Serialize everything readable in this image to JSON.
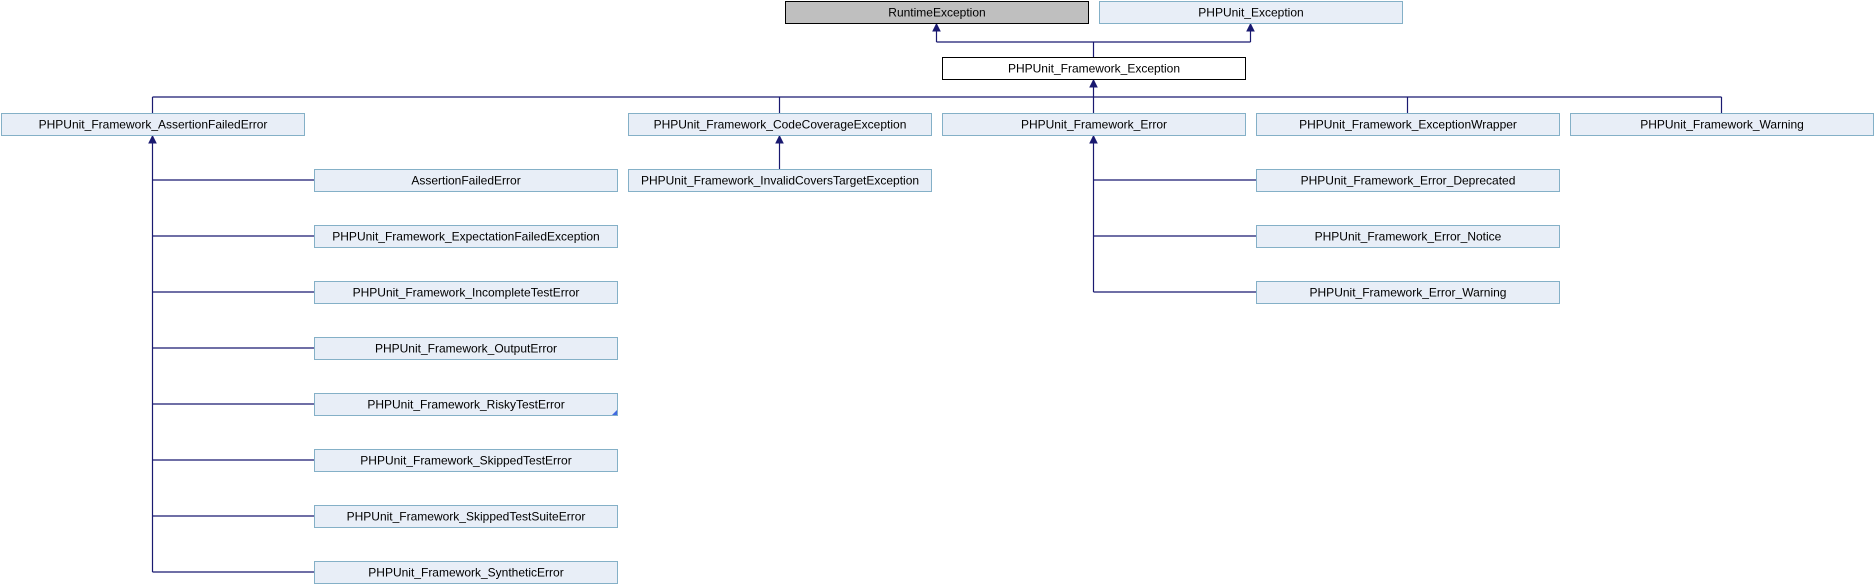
{
  "diagram": {
    "nodes": [
      {
        "id": "runtime",
        "label": "RuntimeException",
        "kind": "external"
      },
      {
        "id": "phpunit_exc",
        "label": "PHPUnit_Exception",
        "kind": "normal"
      },
      {
        "id": "fw_exc",
        "label": "PHPUnit_Framework_Exception",
        "kind": "current"
      },
      {
        "id": "assert_failed",
        "label": "PHPUnit_Framework_AssertionFailedError",
        "kind": "normal"
      },
      {
        "id": "coverage",
        "label": "PHPUnit_Framework_CodeCoverageException",
        "kind": "normal"
      },
      {
        "id": "error",
        "label": "PHPUnit_Framework_Error",
        "kind": "normal"
      },
      {
        "id": "wrapper",
        "label": "PHPUnit_Framework_ExceptionWrapper",
        "kind": "normal"
      },
      {
        "id": "warning",
        "label": "PHPUnit_Framework_Warning",
        "kind": "normal"
      },
      {
        "id": "afe",
        "label": "AssertionFailedError",
        "kind": "normal"
      },
      {
        "id": "expect",
        "label": "PHPUnit_Framework_ExpectationFailedException",
        "kind": "normal"
      },
      {
        "id": "incomplete",
        "label": "PHPUnit_Framework_IncompleteTestError",
        "kind": "normal"
      },
      {
        "id": "output",
        "label": "PHPUnit_Framework_OutputError",
        "kind": "normal"
      },
      {
        "id": "risky",
        "label": "PHPUnit_Framework_RiskyTestError",
        "kind": "truncated"
      },
      {
        "id": "skipped",
        "label": "PHPUnit_Framework_SkippedTestError",
        "kind": "normal"
      },
      {
        "id": "skipped_suite",
        "label": "PHPUnit_Framework_SkippedTestSuiteError",
        "kind": "normal"
      },
      {
        "id": "synthetic",
        "label": "PHPUnit_Framework_SyntheticError",
        "kind": "normal"
      },
      {
        "id": "invalid_covers",
        "label": "PHPUnit_Framework_InvalidCoversTargetException",
        "kind": "normal"
      },
      {
        "id": "deprecated",
        "label": "PHPUnit_Framework_Error_Deprecated",
        "kind": "normal"
      },
      {
        "id": "notice",
        "label": "PHPUnit_Framework_Error_Notice",
        "kind": "normal"
      },
      {
        "id": "err_warning",
        "label": "PHPUnit_Framework_Error_Warning",
        "kind": "normal"
      }
    ],
    "edges": [
      {
        "from": "fw_exc",
        "to": "runtime"
      },
      {
        "from": "fw_exc",
        "to": "phpunit_exc"
      },
      {
        "from": "assert_failed",
        "to": "fw_exc"
      },
      {
        "from": "coverage",
        "to": "fw_exc"
      },
      {
        "from": "error",
        "to": "fw_exc"
      },
      {
        "from": "wrapper",
        "to": "fw_exc"
      },
      {
        "from": "warning",
        "to": "fw_exc"
      },
      {
        "from": "afe",
        "to": "assert_failed"
      },
      {
        "from": "expect",
        "to": "assert_failed"
      },
      {
        "from": "incomplete",
        "to": "assert_failed"
      },
      {
        "from": "output",
        "to": "assert_failed"
      },
      {
        "from": "risky",
        "to": "assert_failed"
      },
      {
        "from": "skipped",
        "to": "assert_failed"
      },
      {
        "from": "skipped_suite",
        "to": "assert_failed"
      },
      {
        "from": "synthetic",
        "to": "assert_failed"
      },
      {
        "from": "invalid_covers",
        "to": "coverage"
      },
      {
        "from": "deprecated",
        "to": "error"
      },
      {
        "from": "notice",
        "to": "error"
      },
      {
        "from": "err_warning",
        "to": "error"
      }
    ]
  },
  "colors": {
    "normal_fill": "#e8eef7",
    "normal_border": "#84b0c7",
    "external_fill": "#bfbfbf",
    "external_border": "#000000",
    "current_fill": "#ffffff",
    "current_border": "#000000",
    "edge": "#191970"
  }
}
